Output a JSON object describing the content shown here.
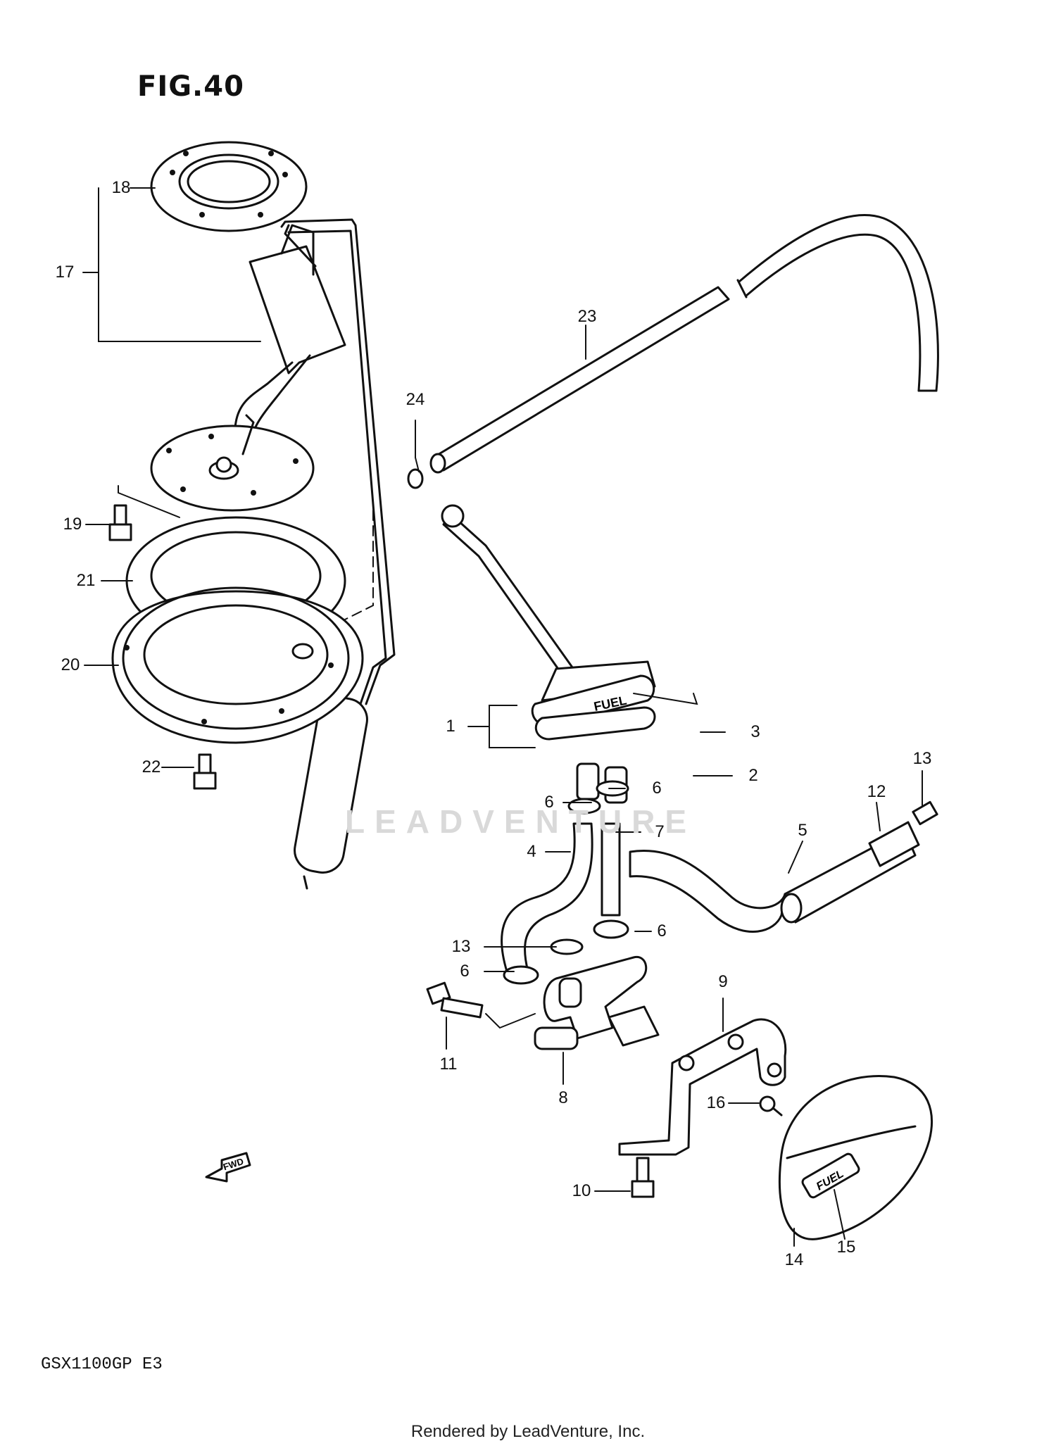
{
  "figure": {
    "title": "FIG.40"
  },
  "model_code": "GSX1100GP  E3",
  "credit": "Rendered by LeadVenture, Inc.",
  "watermark": "LEADVENTURE",
  "callouts": [
    {
      "id": "c1",
      "label": "1"
    },
    {
      "id": "c2",
      "label": "2"
    },
    {
      "id": "c3",
      "label": "3"
    },
    {
      "id": "c4",
      "label": "4"
    },
    {
      "id": "c5",
      "label": "5"
    },
    {
      "id": "c6a",
      "label": "6"
    },
    {
      "id": "c6b",
      "label": "6"
    },
    {
      "id": "c6c",
      "label": "6"
    },
    {
      "id": "c6d",
      "label": "6"
    },
    {
      "id": "c7",
      "label": "7"
    },
    {
      "id": "c8",
      "label": "8"
    },
    {
      "id": "c9",
      "label": "9"
    },
    {
      "id": "c10",
      "label": "10"
    },
    {
      "id": "c11",
      "label": "11"
    },
    {
      "id": "c12",
      "label": "12"
    },
    {
      "id": "c13a",
      "label": "13"
    },
    {
      "id": "c13b",
      "label": "13"
    },
    {
      "id": "c14",
      "label": "14"
    },
    {
      "id": "c15",
      "label": "15"
    },
    {
      "id": "c16",
      "label": "16"
    },
    {
      "id": "c17",
      "label": "17"
    },
    {
      "id": "c18",
      "label": "18"
    },
    {
      "id": "c19",
      "label": "19"
    },
    {
      "id": "c20",
      "label": "20"
    },
    {
      "id": "c21",
      "label": "21"
    },
    {
      "id": "c22",
      "label": "22"
    },
    {
      "id": "c23",
      "label": "23"
    },
    {
      "id": "c24",
      "label": "24"
    }
  ],
  "fwd_arrow": {
    "label": "FWD",
    "icon": "forward-arrow-icon"
  },
  "fuel_cap": {
    "label": "FUEL"
  }
}
